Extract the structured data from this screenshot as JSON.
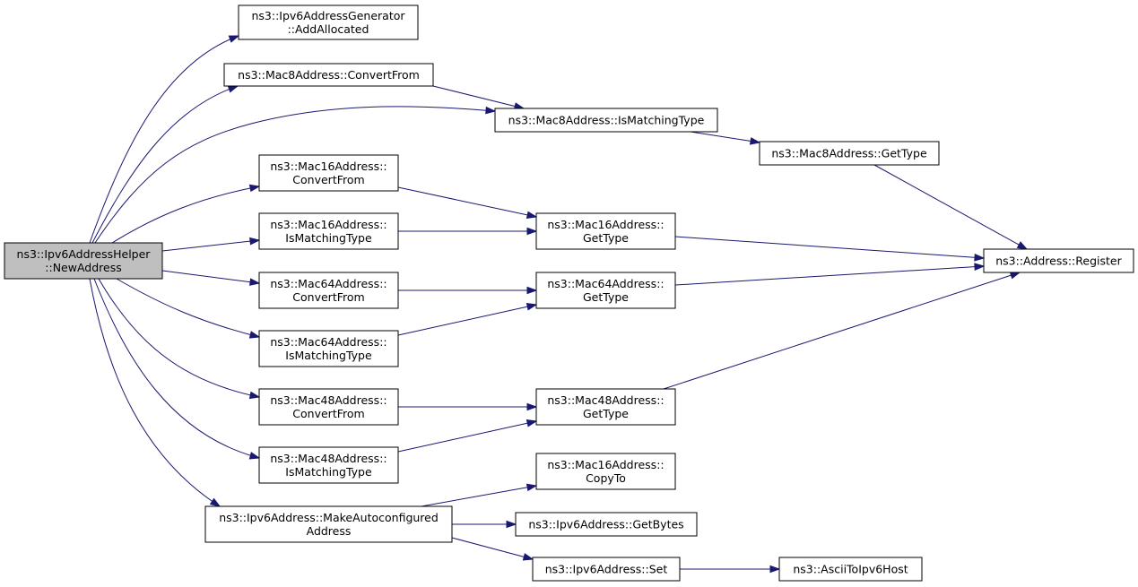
{
  "diagram": {
    "colors": {
      "edge": "#191970",
      "root_fill": "#bfbfbf",
      "node_fill": "#ffffff",
      "border": "#000000"
    },
    "nodes": {
      "root": {
        "lines": [
          "ns3::Ipv6AddressHelper",
          "::NewAddress"
        ]
      },
      "gen_add": {
        "lines": [
          "ns3::Ipv6AddressGenerator",
          "::AddAllocated"
        ]
      },
      "m8_conv": {
        "lines": [
          "ns3::Mac8Address::ConvertFrom"
        ]
      },
      "m8_match": {
        "lines": [
          "ns3::Mac8Address::IsMatchingType"
        ]
      },
      "m8_type": {
        "lines": [
          "ns3::Mac8Address::GetType"
        ]
      },
      "m16_conv": {
        "lines": [
          "ns3::Mac16Address::",
          "ConvertFrom"
        ]
      },
      "m16_match": {
        "lines": [
          "ns3::Mac16Address::",
          "IsMatchingType"
        ]
      },
      "m16_type": {
        "lines": [
          "ns3::Mac16Address::",
          "GetType"
        ]
      },
      "reg": {
        "lines": [
          "ns3::Address::Register"
        ]
      },
      "m64_conv": {
        "lines": [
          "ns3::Mac64Address::",
          "ConvertFrom"
        ]
      },
      "m64_type": {
        "lines": [
          "ns3::Mac64Address::",
          "GetType"
        ]
      },
      "m64_match": {
        "lines": [
          "ns3::Mac64Address::",
          "IsMatchingType"
        ]
      },
      "m48_conv": {
        "lines": [
          "ns3::Mac48Address::",
          "ConvertFrom"
        ]
      },
      "m48_type": {
        "lines": [
          "ns3::Mac48Address::",
          "GetType"
        ]
      },
      "m48_match": {
        "lines": [
          "ns3::Mac48Address::",
          "IsMatchingType"
        ]
      },
      "m16_copy": {
        "lines": [
          "ns3::Mac16Address::",
          "CopyTo"
        ]
      },
      "v6_auto": {
        "lines": [
          "ns3::Ipv6Address::MakeAutoconfigured",
          "Address"
        ]
      },
      "v6_bytes": {
        "lines": [
          "ns3::Ipv6Address::GetBytes"
        ]
      },
      "v6_set": {
        "lines": [
          "ns3::Ipv6Address::Set"
        ]
      },
      "ascii": {
        "lines": [
          "ns3::AsciiToIpv6Host"
        ]
      }
    },
    "edges": [
      [
        "root",
        "gen_add"
      ],
      [
        "root",
        "m8_conv"
      ],
      [
        "root",
        "m8_match"
      ],
      [
        "root",
        "m16_conv"
      ],
      [
        "root",
        "m16_match"
      ],
      [
        "root",
        "m64_conv"
      ],
      [
        "root",
        "m64_match"
      ],
      [
        "root",
        "m48_conv"
      ],
      [
        "root",
        "m48_match"
      ],
      [
        "root",
        "v6_auto"
      ],
      [
        "m8_conv",
        "m8_match"
      ],
      [
        "m8_match",
        "m8_type"
      ],
      [
        "m8_type",
        "reg"
      ],
      [
        "m16_conv",
        "m16_type"
      ],
      [
        "m16_match",
        "m16_type"
      ],
      [
        "m16_type",
        "reg"
      ],
      [
        "m64_conv",
        "m64_type"
      ],
      [
        "m64_match",
        "m64_type"
      ],
      [
        "m64_type",
        "reg"
      ],
      [
        "m48_conv",
        "m48_type"
      ],
      [
        "m48_match",
        "m48_type"
      ],
      [
        "m48_type",
        "reg"
      ],
      [
        "v6_auto",
        "m16_copy"
      ],
      [
        "v6_auto",
        "v6_bytes"
      ],
      [
        "v6_auto",
        "v6_set"
      ],
      [
        "v6_set",
        "ascii"
      ]
    ]
  }
}
